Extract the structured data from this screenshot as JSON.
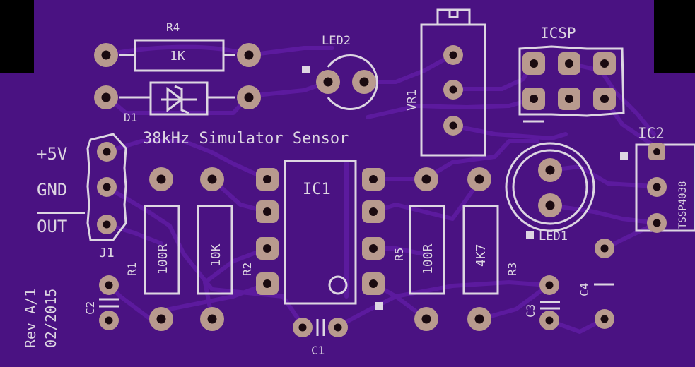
{
  "board": {
    "colors": {
      "background": "#000000",
      "board": "#4a1282",
      "trace": "#5c1a9e",
      "silk": "#ddd6e2",
      "pad": "#b89a8e",
      "hole": "#1a0a10"
    },
    "labels": {
      "r4": "R4",
      "r4_value": "1K",
      "led2": "LED2",
      "icsp": "ICSP",
      "d1": "D1",
      "vr1": "VR1",
      "title": "38kHz Simulator Sensor",
      "ic2": "IC2",
      "ic2_part": "TSSP4038",
      "plus5v": "+5V",
      "gnd": "GND",
      "out": "OUT",
      "ic1": "IC1",
      "r1": "R1",
      "r1_value": "100R",
      "r2": "R2",
      "r2_value": "10K",
      "r5": "R5",
      "r5_value": "100R",
      "r3": "R3",
      "r3_value": "4K7",
      "led1": "LED1",
      "j1": "J1",
      "c1": "C1",
      "c2": "C2",
      "c3": "C3",
      "c4": "C4",
      "rev": "Rev A/1",
      "date": "02/2015"
    }
  }
}
